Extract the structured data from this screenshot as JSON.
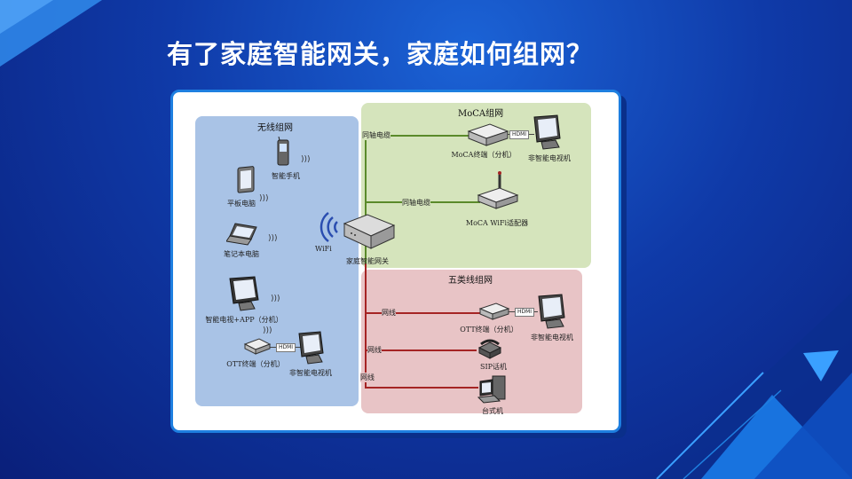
{
  "title": "有了家庭智能网关，家庭如何组网？",
  "zones": {
    "wireless": "无线组网",
    "moca": "MoCA组网",
    "cat5": "五类线组网"
  },
  "gateway": {
    "label": "家庭智能网关",
    "wifi": "WiFi"
  },
  "wireless_devices": {
    "phone": "智能手机",
    "tablet": "平板电脑",
    "laptop": "笔记本电脑",
    "smart_tv": "智能电视+APP（分机）",
    "ott": "OTT终端（分机）",
    "tv": "非智能电视机",
    "hdmi": "HDMI"
  },
  "moca_devices": {
    "cable1": "同轴电缆",
    "cable2": "同轴电缆",
    "terminal": "MoCA终端（分机）",
    "tv": "非智能电视机",
    "adapter": "MoCA WiFi适配器",
    "hdmi": "HDMI"
  },
  "cat5_devices": {
    "line1": "网线",
    "line2": "网线",
    "line3": "网线",
    "ott": "OTT终端（分机）",
    "tv": "非智能电视机",
    "sip": "SIP话机",
    "pc": "台式机",
    "hdmi": "HDMI"
  },
  "colors": {
    "accent": "#1e7fe0",
    "wireless_zone": "#a9c3e6",
    "moca_zone": "#d5e4bc",
    "cat5_zone": "#e8c4c6",
    "green_line": "#5a8a2a",
    "red_line": "#a52424"
  }
}
